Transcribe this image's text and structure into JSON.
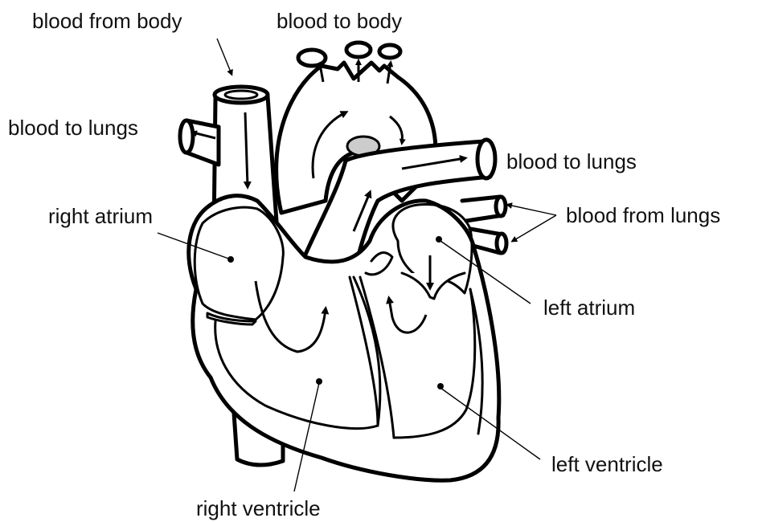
{
  "labels": {
    "blood_from_body": "blood from body",
    "blood_to_body": "blood to body",
    "blood_to_lungs_left": "blood to lungs",
    "blood_to_lungs_right": "blood to lungs",
    "blood_from_lungs": "blood from lungs",
    "right_atrium": "right atrium",
    "left_atrium": "left atrium",
    "right_ventricle": "right ventricle",
    "left_ventricle": "left ventricle"
  },
  "colors": {
    "line": "#000000",
    "background": "#ffffff",
    "vessel_lumen": "#cccccc"
  }
}
